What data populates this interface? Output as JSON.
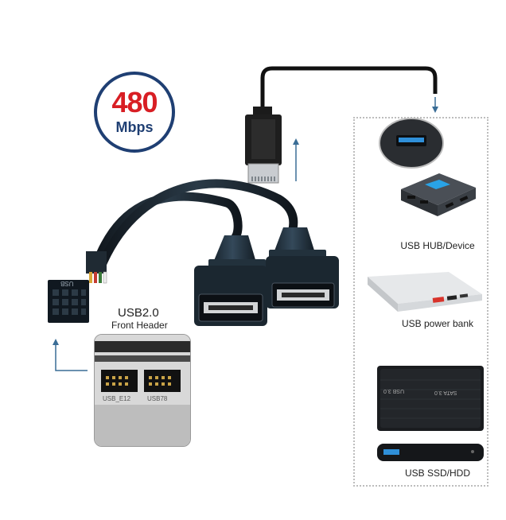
{
  "speed_badge": {
    "value": "480",
    "unit": "Mbps"
  },
  "connector": {
    "title": "USB2.0",
    "subtitle": "Front Header",
    "pin_text": "USB"
  },
  "devices": [
    {
      "label": "USB HUB/Device",
      "icon": "usb-hub-icon"
    },
    {
      "label": "USB power bank",
      "icon": "power-bank-icon"
    },
    {
      "label": "USB SSD/HDD",
      "icon": "external-drive-icon"
    }
  ],
  "motherboard_labels": [
    "USB_E12",
    "USB78"
  ],
  "ssd_case_text": {
    "left": "USB 3.0",
    "right": "SATA 3.0"
  },
  "colors": {
    "badge_ring": "#1f3f73",
    "badge_value": "#d81e24",
    "arrow": "#3a6d96",
    "cable": "#1f2a33",
    "usb_blue": "#2f8fd8"
  }
}
